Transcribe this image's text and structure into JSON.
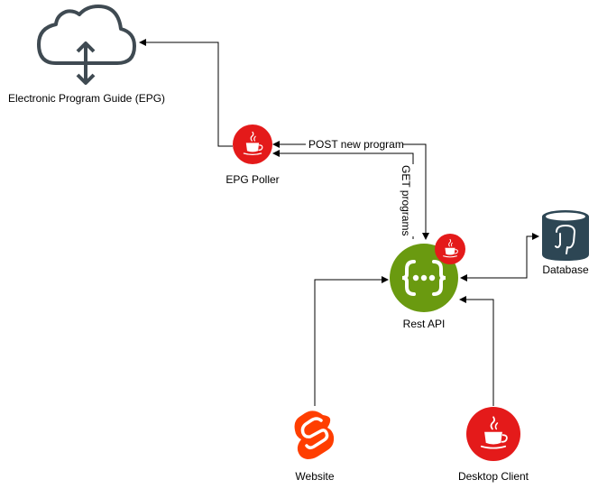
{
  "nodes": {
    "epg": {
      "label": "Electronic Program Guide (EPG)",
      "icon": "cloud-upload-download-icon"
    },
    "poller": {
      "label": "EPG Poller",
      "icon": "java-icon"
    },
    "api": {
      "label": "Rest API",
      "icon": "swagger-api-icon",
      "badge_icon": "java-icon"
    },
    "database": {
      "label": "Database",
      "icon": "postgresql-database-icon"
    },
    "website": {
      "label": "Website",
      "icon": "svelte-icon"
    },
    "desktop": {
      "label": "Desktop Client",
      "icon": "java-icon"
    }
  },
  "edges": {
    "post": {
      "label": "POST new program"
    },
    "get": {
      "label": "GET programs"
    }
  },
  "colors": {
    "java_red": "#e41a1a",
    "swagger_green": "#6a9a10",
    "svelte_orange": "#ff3e00",
    "cloud_stroke": "#3f4a52",
    "db_fill": "#2d4654"
  }
}
